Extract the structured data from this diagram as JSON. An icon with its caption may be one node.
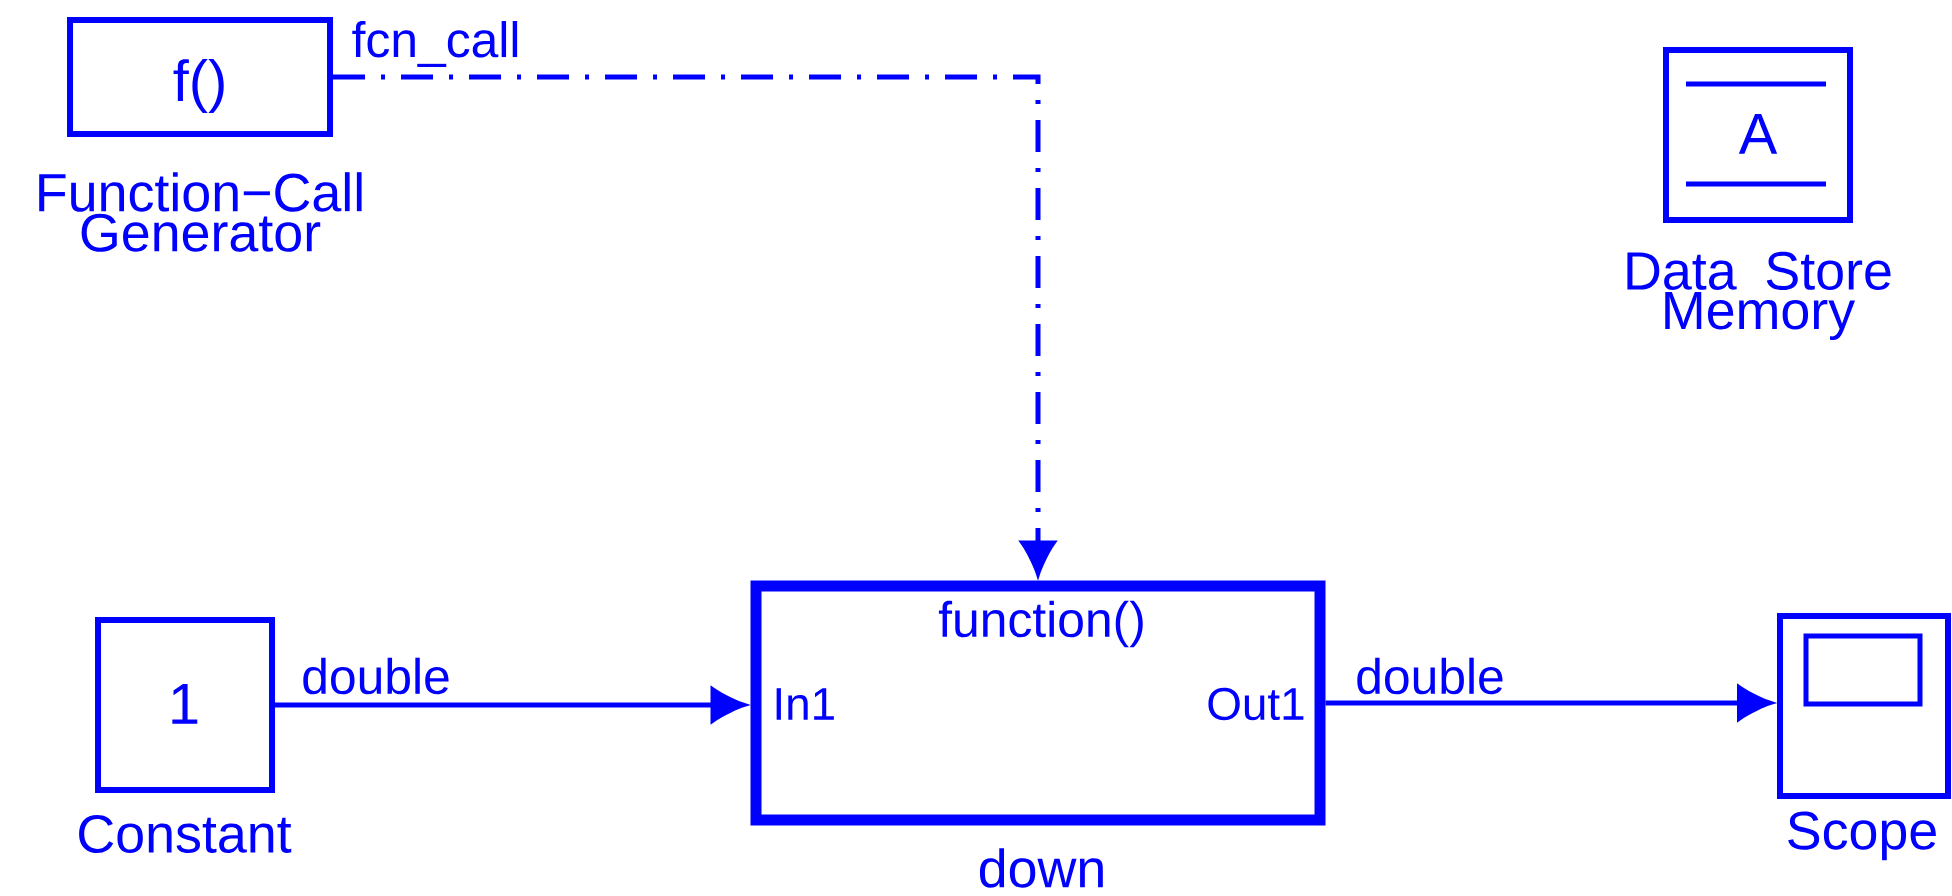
{
  "diagram": {
    "nodes": [
      {
        "text": [
          "f()",
          "Function−Call Generator"
        ]
      },
      {
        "text": [
          "A",
          "Data Store Memory"
        ]
      },
      {
        "text": [
          "1",
          "Constant"
        ]
      },
      {
        "text": [
          "function()",
          "In1",
          "Out1",
          "down"
        ]
      },
      {
        "text": [
          "Scope"
        ]
      }
    ],
    "edges": [
      {
        "from": 0,
        "to": 3,
        "arrow": "to",
        "label": "fcn_call",
        "style": "dashed"
      },
      {
        "from": 2,
        "to": 3,
        "arrow": "to",
        "label": "double"
      },
      {
        "from": 3,
        "to": 4,
        "arrow": "to",
        "label": "double"
      }
    ]
  }
}
